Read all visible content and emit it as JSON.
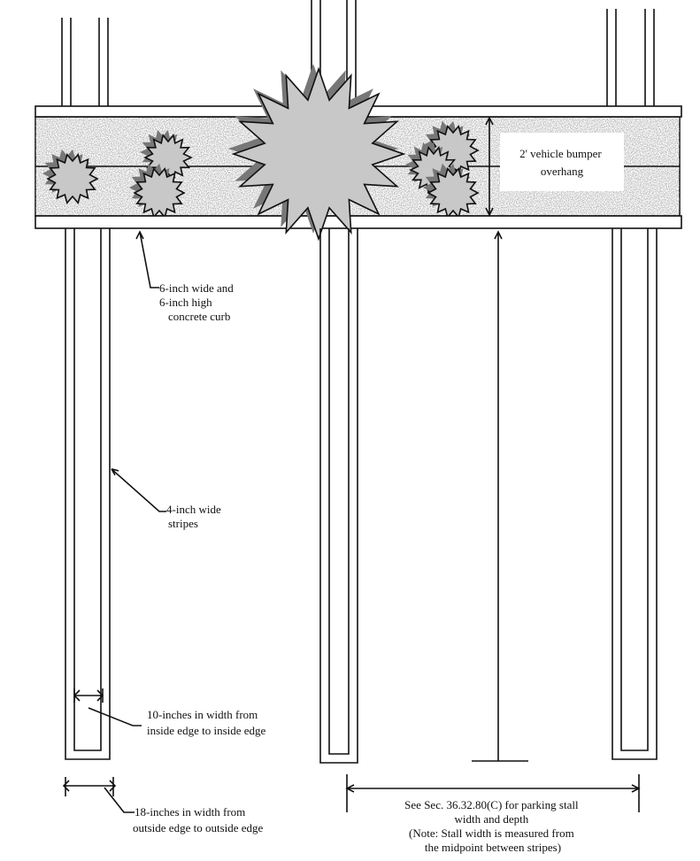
{
  "labels": {
    "bumper_overhang": [
      "2' vehicle bumper",
      "overhang"
    ],
    "curb": [
      "6-inch wide and",
      "6-inch high",
      "concrete curb"
    ],
    "stripes": [
      "4-inch wide",
      "stripes"
    ],
    "inside_width": [
      "10-inches in width from",
      "inside edge to inside edge"
    ],
    "outside_width": [
      "18-inches in width from",
      "outside edge to outside edge"
    ],
    "stall_note": [
      "See Sec. 36.32.80(C) for parking stall",
      "width and depth",
      "(Note: Stall width is measured from",
      "the midpoint between stripes)"
    ]
  },
  "colors": {
    "line": "#111111",
    "gravel": "#b8b8b8",
    "shrub": "#c8c8c8"
  }
}
